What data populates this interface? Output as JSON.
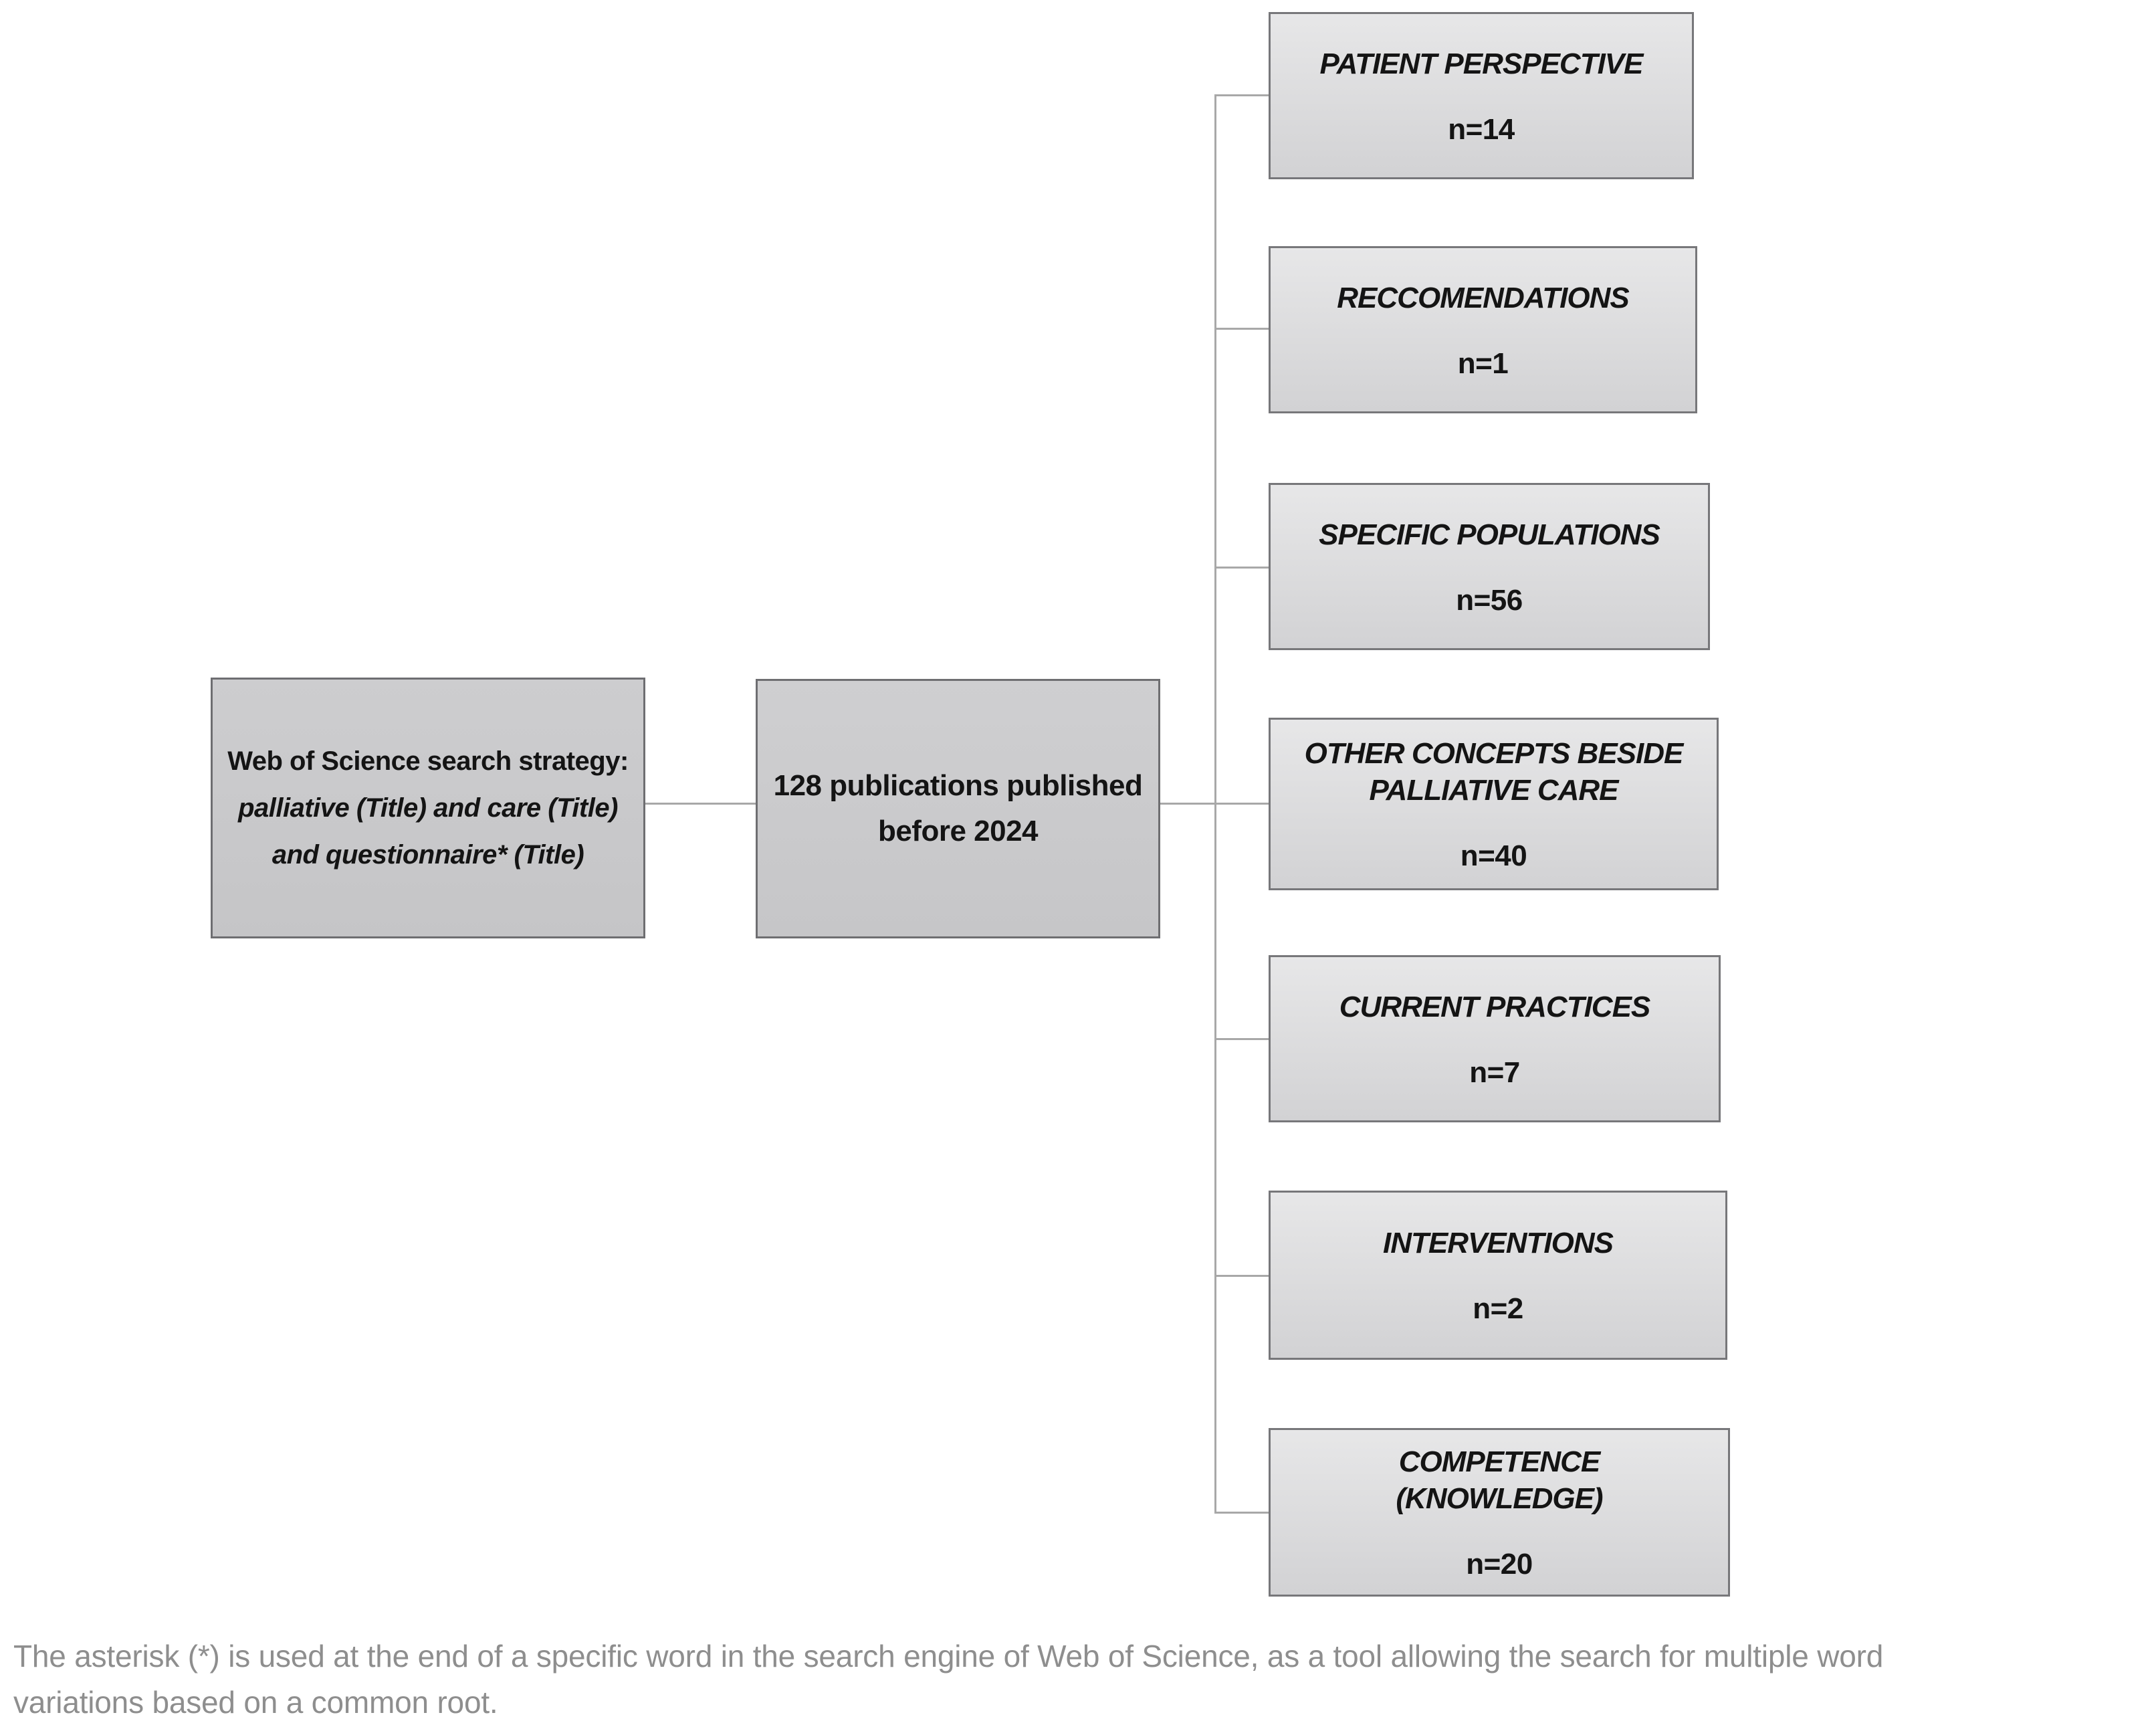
{
  "figure": {
    "root_box": {
      "line1": "Web of Science search strategy:",
      "line2": "palliative (Title) and care (Title)",
      "line3": "and questionnaire* (Title)"
    },
    "results_box": {
      "line1": "128 publications published",
      "line2": "before 2024"
    },
    "categories": [
      {
        "label": "PATIENT PERSPECTIVE",
        "count": "n=14"
      },
      {
        "label": "RECCOMENDATIONS",
        "count": "n=1"
      },
      {
        "label": "SPECIFIC POPULATIONS",
        "count": "n=56"
      },
      {
        "label": "OTHER CONCEPTS BESIDE PALLIATIVE CARE",
        "count": "n=40"
      },
      {
        "label": "CURRENT PRACTICES",
        "count": "n=7"
      },
      {
        "label": "INTERVENTIONS",
        "count": "n=2"
      },
      {
        "label": "COMPETENCE (KNOWLEDGE)",
        "count": "n=20"
      }
    ],
    "footnote_line1": "The asterisk (*) is used at the end of a specific word in the search engine of Web of Science, as a tool allowing the search for multiple word",
    "footnote_line2": "variations based on a common root.",
    "colors": {
      "box_border": "#6e6e71",
      "connector_line": "#a8a8a8",
      "footnote_text": "#8e8e8e"
    }
  }
}
